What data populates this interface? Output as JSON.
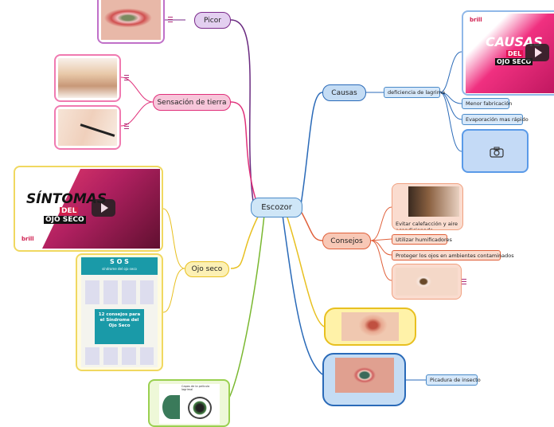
{
  "central": "Escozor",
  "branches": {
    "picor": "Picor",
    "sensacion": "Sensación de tierra",
    "ojo_seco": "Ojo seco",
    "causas": "Causas",
    "consejos": "Consejos"
  },
  "causas_children": {
    "deficiencia": "deficiencia de lagrima",
    "menor": "Menor fabricación",
    "evaporacion": "Evaporación mas rápido"
  },
  "consejos_children": {
    "calefaccion": "Evitar calefacción y aire acondicionado",
    "humificadores": "Utilizar humificadores",
    "proteger": "Proteger los ojos en ambientes contaminados"
  },
  "picadura": "Picadura de insecto",
  "video_causas": {
    "brand": "brill",
    "line1": "CAUSAS",
    "line2": "DEL",
    "line3": "OJO SECO"
  },
  "video_sintomas": {
    "brand": "brill",
    "line1": "SÍNTOMAS",
    "line2": "DEL",
    "line3": "OJO SECO"
  },
  "infographic": {
    "title": "S O S",
    "subtitle": "síndrome del ojo seco",
    "headline": "12 consejos para el Síndrome del Ojo Seco"
  },
  "diagram_label": "Capas de la película lagrimal",
  "colors": {
    "picor": "#7a2a8a",
    "sensacion": "#e0307a",
    "ojo_seco": "#e8c020",
    "causas": "#2a6ab8",
    "consejos": "#e0603a",
    "green": "#7ab830",
    "center": "#5aa0d8"
  }
}
